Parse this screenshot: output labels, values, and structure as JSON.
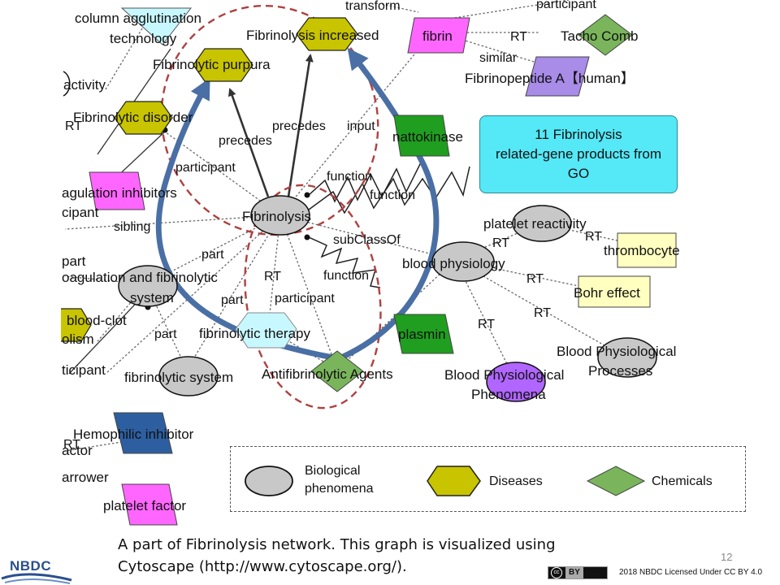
{
  "info_box": {
    "text": "11 Fibrinolysis\nrelated-gene products from\nGO"
  },
  "nodes": {
    "fibrinolysis": "Fibrinolysis",
    "fibrinolysis_increased": "Fibrinolysis increased",
    "fibrinolytic_purpura": "Fibrinolytic purpura",
    "fibrinolytic_disorder": "Fibrinolytic disorder",
    "fibrin": "fibrin",
    "tacho_comb": "Tacho Comb",
    "fibrinopeptide_a": "Fibrinopeptide A【human】",
    "nattokinase": "nattokinase",
    "coagulation_inhibitors": "agulation inhibitors",
    "coagulation_system": "oagulation and fibrinolytic",
    "coagulation_system_2": "system",
    "blood_clot": "blood-clot",
    "blood_clot_2": "olism",
    "fibrinolytic_therapy": "fibrinolytic therapy",
    "fibrinolytic_system": "fibrinolytic system",
    "antifibrinolytic_agents": "Antifibrinolytic Agents",
    "plasmin": "plasmin",
    "blood_physiology": "blood physiology",
    "platelet_reactivity": "platelet reactivity",
    "thrombocyte": "thrombocyte",
    "bohr_effect": "Bohr effect",
    "blood_phys_processes": "Blood Physiological",
    "blood_phys_processes_2": "Processes",
    "blood_phys_phenomena": "Blood Physiological",
    "blood_phys_phenomena_2": "Phenomena",
    "hemophilic_inhibitor": "Hemophilic inhibitor",
    "platelet_factor": "platelet factor",
    "column_agglutination": "column agglutination",
    "column_agglutination_2": "technology",
    "activity": "activity",
    "ticipant": "ticipant",
    "actor": "actor",
    "arrower": "arrower",
    "participant_left": "cipant",
    "part_left": "part"
  },
  "edges": {
    "transform": "transform",
    "participant_top": "participant",
    "rt_fibrin": "RT",
    "similar": "similar",
    "precedes_1": "precedes",
    "precedes_2": "precedes",
    "input": "input",
    "participant_1": "participant",
    "function_1": "function",
    "function_2": "function",
    "sibling": "sibling",
    "subclassof": "subClassOf",
    "function_3": "function",
    "part_1": "part",
    "part_2": "part",
    "part_3": "part",
    "rt_mid": "RT",
    "participant_2": "participant",
    "rt_1": "RT",
    "rt_2": "RT",
    "rt_3": "RT",
    "rt_4": "RT",
    "rt_5": "RT",
    "rt_6": "RT",
    "rt_7": "RT"
  },
  "legend": {
    "biological_label": "Biological\nphenomena",
    "diseases_label": "Diseases",
    "chemicals_label": "Chemicals"
  },
  "colors": {
    "biological": "#c8c8c8",
    "diseases": "#c8c400",
    "chemicals": "#7ab55c",
    "compound": "#ff66ff",
    "green_dark": "#1f9e1f",
    "purple": "#b066ff",
    "light_yellow": "#ffffc0",
    "light_cyan": "#c8f8ff",
    "lavender": "#a98be8",
    "blue_dark": "#2d5fa0",
    "info_box": "#55e8f7",
    "arrow": "#4a6fa5",
    "oval": "#b04040"
  },
  "caption": "A part of Fibrinolysis network. This graph is visualized using\nCytoscape (http://www.cytoscape.org/).",
  "page_number": "12",
  "license": {
    "badge_cc": "cc",
    "badge_by": "BY",
    "text": "2018 NBDC Licensed Under CC BY 4.0"
  },
  "logo": {
    "text": "NBDC"
  }
}
